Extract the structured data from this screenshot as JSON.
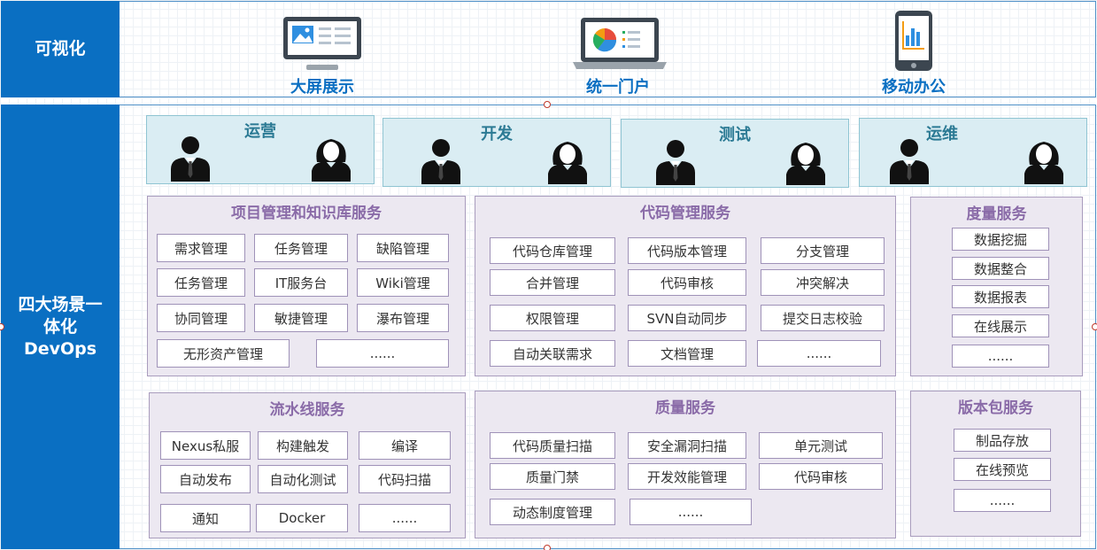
{
  "visual_row": {
    "label": "可视化",
    "items": [
      {
        "label": "大屏展示",
        "icon": "monitor-gallery-icon"
      },
      {
        "label": "统一门户",
        "icon": "laptop-chart-icon"
      },
      {
        "label": "移动办公",
        "icon": "phone-chart-icon"
      }
    ]
  },
  "devops_row": {
    "label": "四大场景一体化DevOps",
    "label_lines": [
      "四大场景一",
      "体化",
      "DevOps"
    ],
    "roles": [
      "运营",
      "开发",
      "测试",
      "运维"
    ],
    "services": {
      "project": {
        "title": "项目管理和知识库服务",
        "items": [
          "需求管理",
          "任务管理",
          "缺陷管理",
          "任务管理",
          "IT服务台",
          "Wiki管理",
          "协同管理",
          "敏捷管理",
          "瀑布管理",
          "无形资产管理",
          "......"
        ]
      },
      "code": {
        "title": "代码管理服务",
        "items": [
          "代码仓库管理",
          "代码版本管理",
          "分支管理",
          "合并管理",
          "代码审核",
          "冲突解决",
          "权限管理",
          "SVN自动同步",
          "提交日志校验",
          "自动关联需求",
          "文档管理",
          "......"
        ]
      },
      "metrics": {
        "title": "度量服务",
        "items": [
          "数据挖掘",
          "数据整合",
          "数据报表",
          "在线展示",
          "......"
        ]
      },
      "pipeline": {
        "title": "流水线服务",
        "items": [
          "Nexus私服",
          "构建触发",
          "编译",
          "自动发布",
          "自动化测试",
          "代码扫描",
          "通知",
          "Docker",
          "......"
        ]
      },
      "quality": {
        "title": "质量服务",
        "items": [
          "代码质量扫描",
          "安全漏洞扫描",
          "单元测试",
          "质量门禁",
          "开发效能管理",
          "代码审核",
          "动态制度管理",
          "......"
        ]
      },
      "package": {
        "title": "版本包服务",
        "items": [
          "制品存放",
          "在线预览",
          "......"
        ]
      }
    }
  },
  "colors": {
    "side_blue": "#0a6fc2",
    "role_bg": "#daedf3",
    "service_bg": "#ece8f1",
    "service_title": "#8a6ba8",
    "role_title": "#2b7a94"
  }
}
